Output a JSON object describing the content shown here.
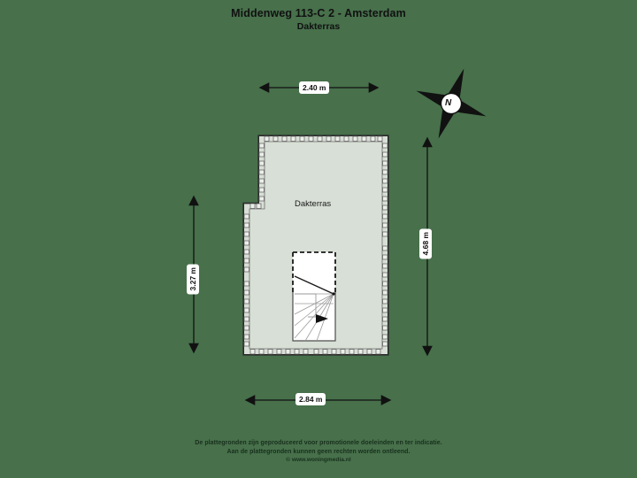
{
  "document": {
    "title_main": "Middenweg 113-C 2 - Amsterdam",
    "title_sub": "Dakterras"
  },
  "plan": {
    "room_label": "Dakterras",
    "colors": {
      "background": "#47704b",
      "floor_fill": "#d8dfd6",
      "wall_stroke": "#2b2b2b",
      "stair_fill": "#ffffff",
      "dimension_line": "#111111"
    }
  },
  "dimensions": {
    "top": "2.40 m",
    "bottom": "2.84 m",
    "left": "3.27 m",
    "right": "4.68 m"
  },
  "compass": {
    "letter": "N",
    "icon": "compass-rose-icon"
  },
  "footer": {
    "line1": "De plattegronden zijn geproduceerd voor promotionele doeleinden en ter indicatie.",
    "line2": "Aan de plattegronden kunnen geen rechten worden ontleend.",
    "line3": "© www.woningmedia.nl"
  }
}
